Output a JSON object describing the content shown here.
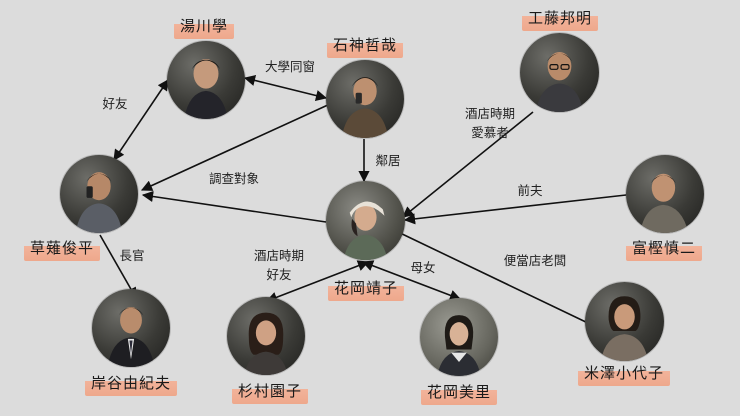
{
  "people": {
    "yukawa": {
      "name": "湯川學",
      "photo_icon": "man-portrait-icon"
    },
    "ishigami": {
      "name": "石神哲哉",
      "photo_icon": "man-on-phone-portrait-icon"
    },
    "kudo": {
      "name": "工藤邦明",
      "photo_icon": "man-glasses-portrait-icon"
    },
    "kusanagi": {
      "name": "草薙俊平",
      "photo_icon": "man-on-phone-portrait-icon"
    },
    "yasuko": {
      "name": "花岡靖子",
      "photo_icon": "woman-headscarf-portrait-icon"
    },
    "togashi": {
      "name": "富樫慎二",
      "photo_icon": "man-portrait-icon"
    },
    "kishitani": {
      "name": "岸谷由紀夫",
      "photo_icon": "man-suit-portrait-icon"
    },
    "sonoko": {
      "name": "杉村園子",
      "photo_icon": "woman-portrait-icon"
    },
    "misato": {
      "name": "花岡美里",
      "photo_icon": "girl-portrait-icon"
    },
    "sayoko": {
      "name": "米澤小代子",
      "photo_icon": "woman-portrait-icon"
    }
  },
  "relations": {
    "classmates": "大學同窗",
    "friends": "好友",
    "investigation": "調查對象",
    "neighbor": "鄰居",
    "hostess_admirer_line1": "酒店時期",
    "hostess_admirer_line2": "愛慕者",
    "ex_husband": "前夫",
    "superior": "長官",
    "hostess_friend_line1": "酒店時期",
    "hostess_friend_line2": "好友",
    "mother_daughter": "母女",
    "bento_boss": "便當店老闆"
  },
  "colors": {
    "background": "#dcdcdc",
    "name_highlight": "#eea88c",
    "line": "#111111"
  }
}
